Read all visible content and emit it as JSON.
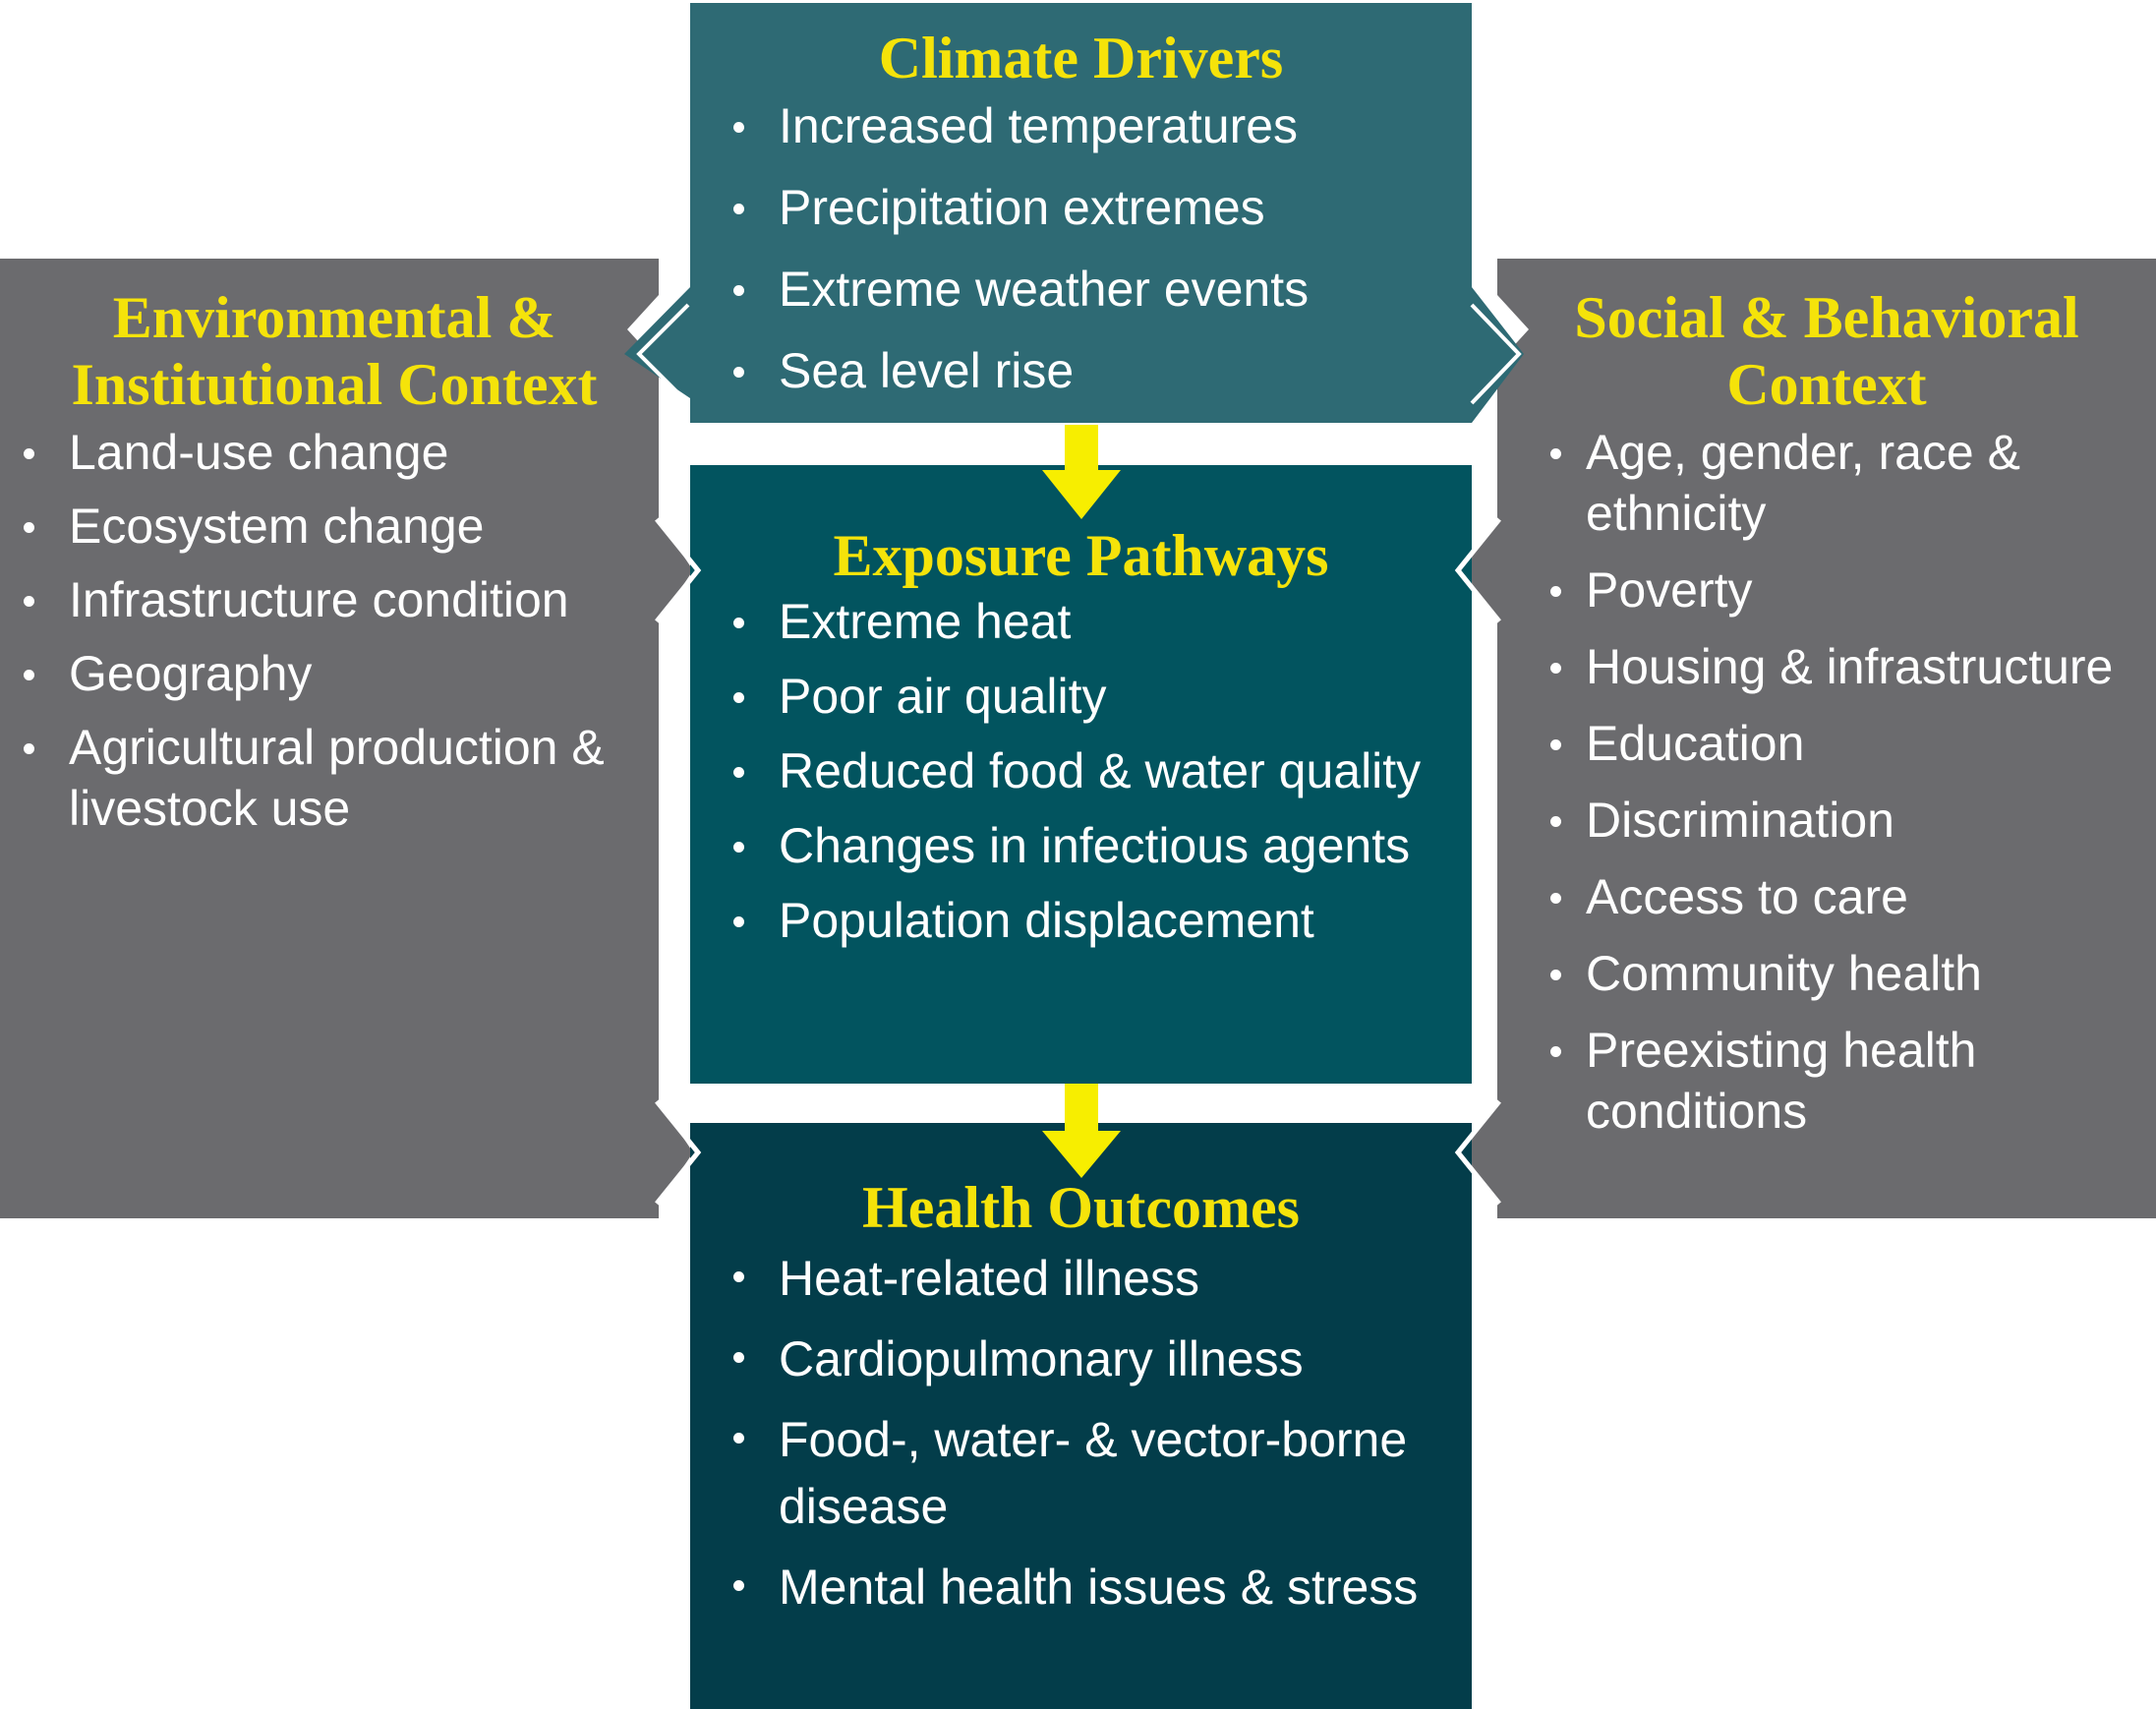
{
  "colors": {
    "gray_box": "#6b6b6e",
    "climate_box": "#2e6a74",
    "exposure_box": "#02545f",
    "health_box": "#033d4a",
    "title_yellow": "#f5e30a",
    "arrow_yellow": "#f7ee00",
    "text": "#ffffff",
    "background": "#ffffff"
  },
  "environmental": {
    "title": "Environmental & Institutional Context",
    "items": [
      "Land-use change",
      "Ecosystem change",
      "Infrastructure condition",
      "Geography",
      "Agricultural production & livestock use"
    ]
  },
  "climate": {
    "title": "Climate Drivers",
    "items": [
      "Increased temperatures",
      "Precipitation extremes",
      "Extreme weather events",
      "Sea level rise"
    ]
  },
  "exposure": {
    "title": "Exposure Pathways",
    "items": [
      "Extreme heat",
      "Poor air quality",
      "Reduced food & water quality",
      "Changes in infectious agents",
      "Population displacement"
    ]
  },
  "health": {
    "title": "Health Outcomes",
    "items": [
      "Heat-related illness",
      "Cardiopulmonary illness",
      "Food-, water- & vector-borne disease",
      "Mental health issues & stress"
    ]
  },
  "social": {
    "title": "Social & Behavioral Context",
    "items": [
      "Age, gender, race & ethnicity",
      "Poverty",
      "Housing & infrastructure",
      "Education",
      "Discrimination",
      "Access to care",
      "Community health",
      "Preexisting health conditions"
    ]
  }
}
